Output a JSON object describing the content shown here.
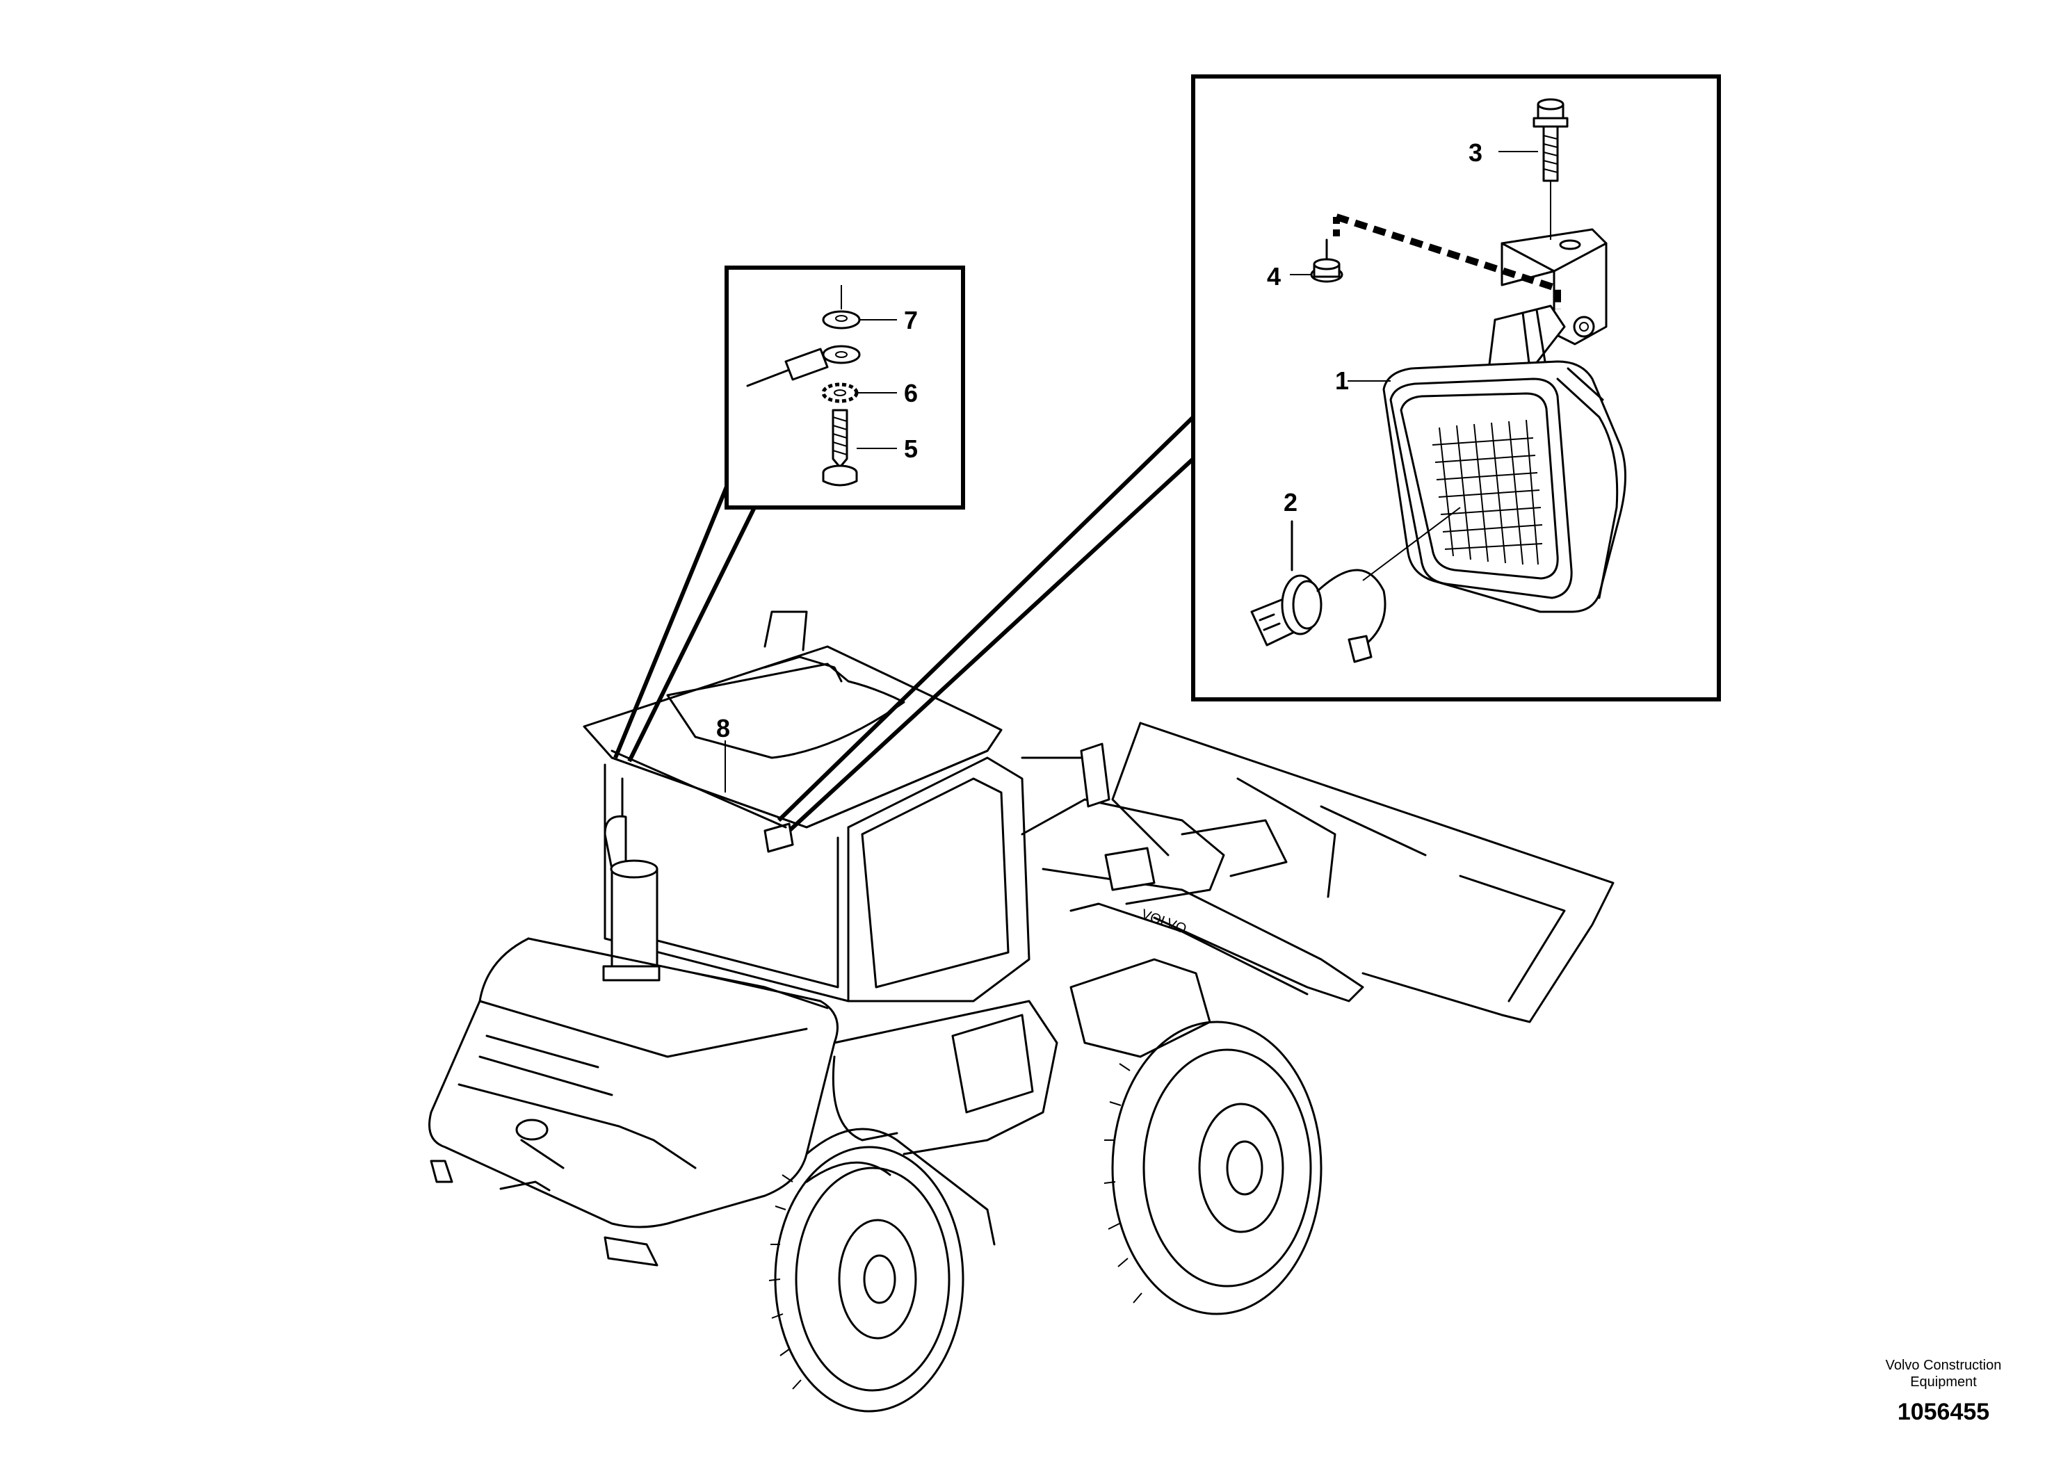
{
  "colors": {
    "line": "#000000",
    "background": "#ffffff"
  },
  "callouts": {
    "c1": "1",
    "c2": "2",
    "c3": "3",
    "c4": "4",
    "c5": "5",
    "c6": "6",
    "c7": "7",
    "c8": "8"
  },
  "footer": {
    "company_line1": "Volvo Construction",
    "company_line2": "Equipment",
    "doc_number": "1056455"
  },
  "machine_logo_text": "VOLVO"
}
